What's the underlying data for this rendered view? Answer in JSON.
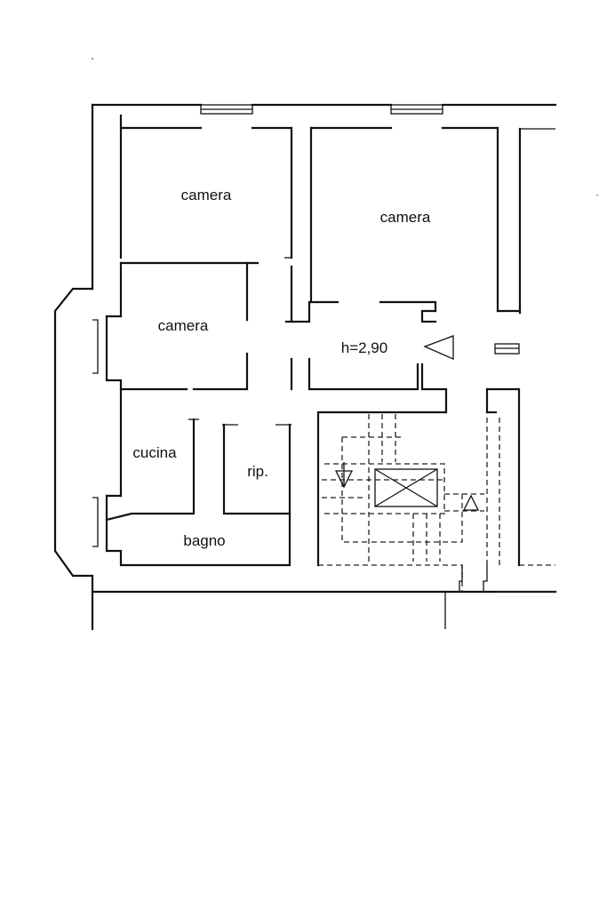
{
  "rooms": {
    "camera_1": "camera",
    "camera_2": "camera",
    "camera_3": "camera",
    "cucina": "cucina",
    "rip": "rip.",
    "bagno": "bagno"
  },
  "annotations": {
    "height": "h=2,90"
  }
}
